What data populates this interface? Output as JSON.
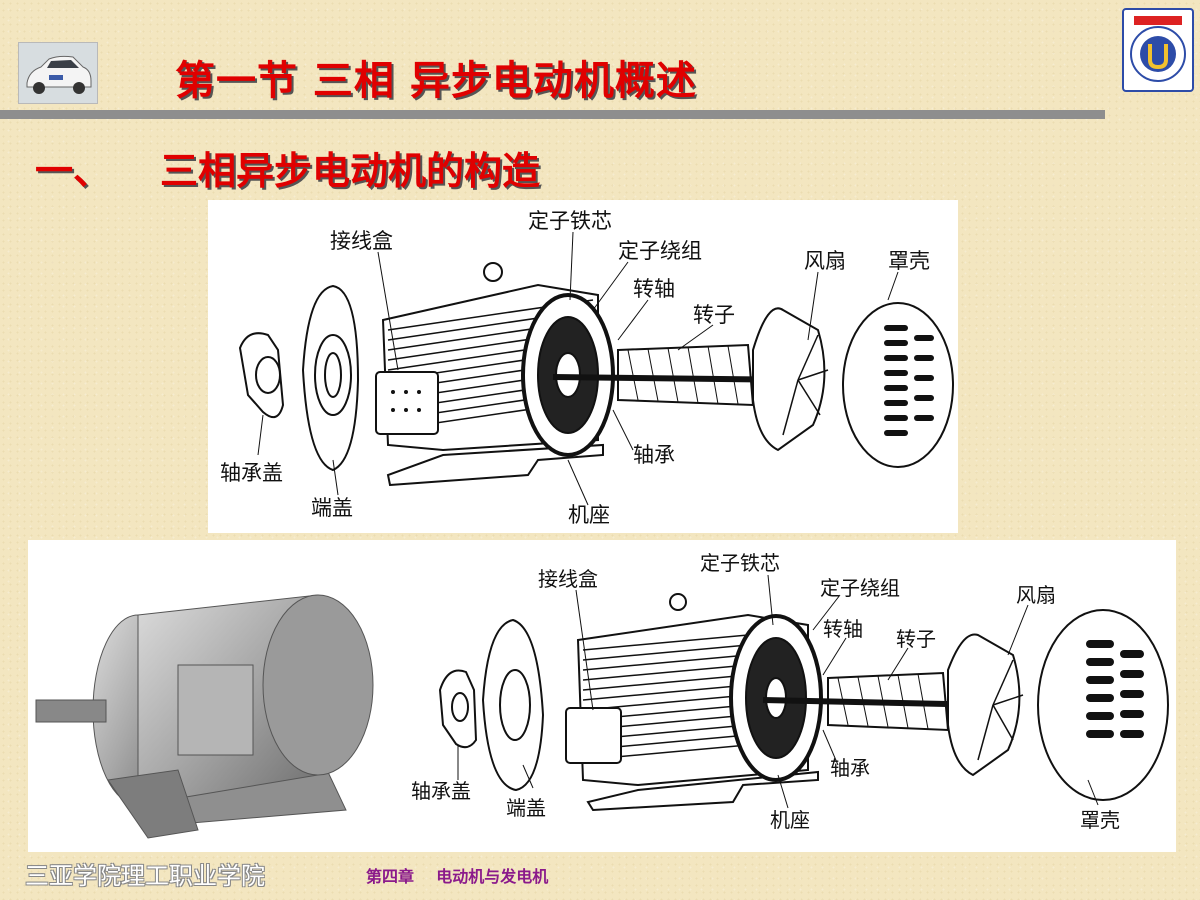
{
  "slide": {
    "title": "第一节  三相 异步电动机概述",
    "subtitle_num": "一、",
    "subtitle_text": "三相异步电动机的构造"
  },
  "diagram_top": {
    "labels": {
      "stator_core": "定子铁芯",
      "terminal_box": "接线盒",
      "stator_winding": "定子绕组",
      "fan": "风扇",
      "cover": "罩壳",
      "shaft": "转轴",
      "rotor": "转子",
      "bearing": "轴承",
      "bearing_cap": "轴承盖",
      "end_cover": "端盖",
      "frame": "机座"
    }
  },
  "diagram_bottom": {
    "labels": {
      "stator_core": "定子铁芯",
      "terminal_box": "接线盒",
      "stator_winding": "定子绕组",
      "fan": "风扇",
      "shaft": "转轴",
      "rotor": "转子",
      "bearing": "轴承",
      "bearing_cap": "轴承盖",
      "end_cover": "端盖",
      "frame": "机座",
      "cover": "罩壳"
    }
  },
  "footer": {
    "school": "三亚学院理工职业学院",
    "chapter": "第四章    电动机与发电机"
  },
  "colors": {
    "title_red": "#e00000",
    "footer_purple": "#8b1a8b",
    "background": "#f3e6c0"
  }
}
